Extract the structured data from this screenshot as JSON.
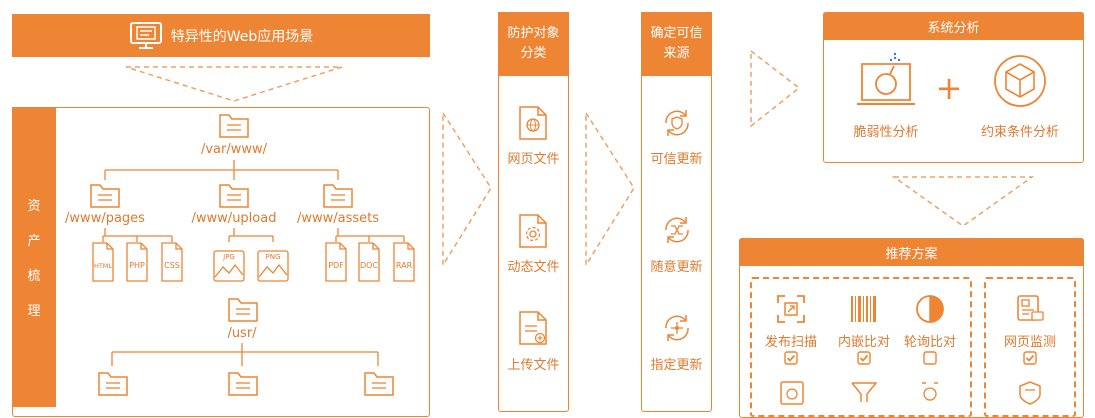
{
  "header": {
    "title": "特异性的Web应用场景"
  },
  "asset": {
    "side_label": [
      "资",
      "产",
      "梳",
      "理"
    ],
    "root": "/var/www/",
    "dirs": [
      "/www/pages",
      "/www/upload",
      "/www/assets"
    ],
    "pages_files": [
      "HTML",
      "PHP",
      "CSS"
    ],
    "upload_files": [
      "JPG",
      "PNG"
    ],
    "assets_files": [
      "PDF",
      "DOC",
      "RAR"
    ],
    "usr": "/usr/"
  },
  "classify": {
    "title": "防护对象分类",
    "items": [
      "网页文件",
      "动态文件",
      "上传文件"
    ]
  },
  "source": {
    "title": "确定可信来源",
    "items": [
      "可信更新",
      "随意更新",
      "指定更新"
    ]
  },
  "analysis": {
    "title": "系统分析",
    "items": [
      "脆弱性分析",
      "约束条件分析"
    ],
    "plus": "+"
  },
  "recommend": {
    "title": "推荐方案",
    "items": [
      "发布扫描",
      "内嵌比对",
      "轮询比对",
      "网页监测"
    ],
    "checked": [
      true,
      true,
      false,
      true
    ]
  },
  "colors": {
    "accent": "#ee8535",
    "text": "#e07a2e",
    "dash": "#f0a066"
  }
}
